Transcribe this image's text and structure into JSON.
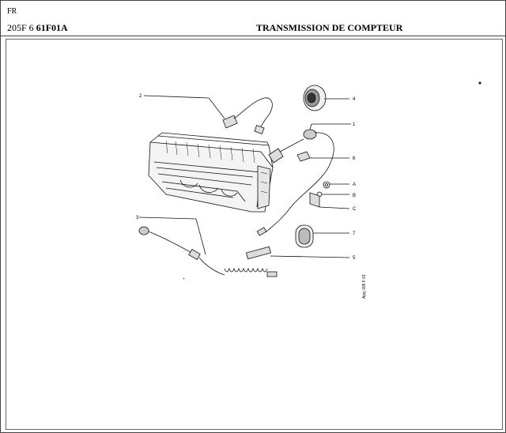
{
  "header": {
    "lang": "FR",
    "ref_prefix": "205F 6",
    "ref_code": "61F01A",
    "title": "TRANSMISSION DE COMPTEUR"
  },
  "parts": {
    "p1": "1",
    "p2": "2",
    "p3": "3",
    "p4": "4",
    "p5": "5",
    "p6": "6",
    "p7": "7",
    "pA": "A",
    "pB": "B",
    "pC": "C"
  },
  "side_code": "Ajoy 205 F 01"
}
